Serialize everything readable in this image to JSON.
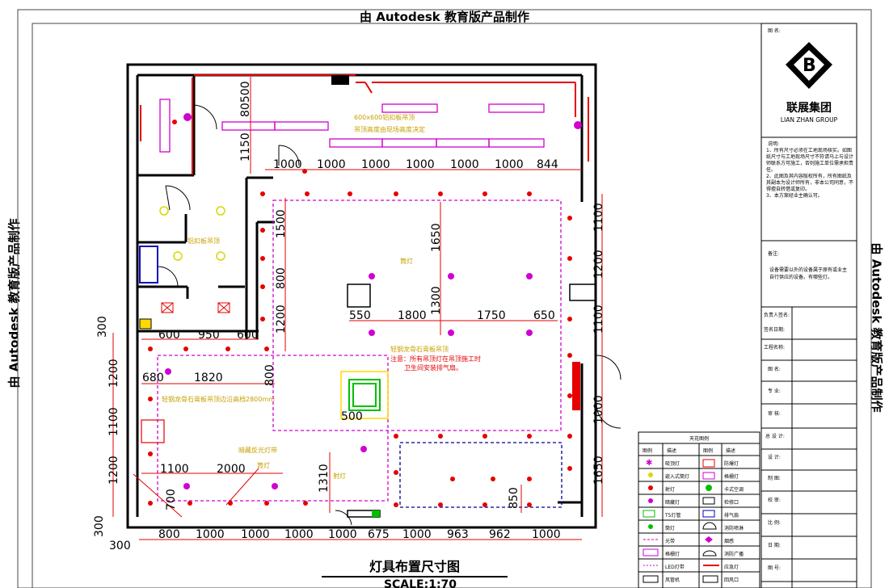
{
  "watermarks": {
    "top": "由 Autodesk 教育版产品制作",
    "left": "由 Autodesk 教育版产品制作",
    "right": "由 Autodesk 教育版产品制作"
  },
  "drawing": {
    "title": "灯具布置尺寸图",
    "scale": "SCALE:1:70",
    "notes": {
      "ceiling_panel": "600x600铝扣板吊顶",
      "ceiling_height": "吊顶高度由现场高度决定",
      "aluminum": "铝扣板吊顶",
      "ring_light": "筒灯",
      "gypsum": "轻钢龙骨石膏板吊顶",
      "note_red_1": "注意：所有吊顶灯在吊顶施工时",
      "note_red_2": "卫生间安装排气扇。",
      "light_strip": "暗藏反光灯带",
      "gypsum_edge": "轻钢龙骨石膏板吊顶边沿高档2800mm",
      "downlight": "筒灯",
      "downlight2": "射灯"
    },
    "dims_top": [
      "1000",
      "1000",
      "1000",
      "1000",
      "1000",
      "1000",
      "844"
    ],
    "dims_bottom": [
      "800",
      "1000",
      "1000",
      "1000",
      "1000",
      "675",
      "1000",
      "963",
      "962",
      "1000"
    ],
    "dims_right": [
      "1100",
      "1200",
      "1100",
      "1000",
      "1650"
    ],
    "dims_left": [
      "300",
      "1200",
      "1100",
      "1200",
      "300",
      "300"
    ],
    "dims_misc": {
      "d80500": "80500",
      "d1150": "1150",
      "d1500": "1500",
      "d800": "800",
      "d1200": "1200",
      "d1650": "1650",
      "d1300": "1300",
      "d550": "550",
      "d1800": "1800",
      "d1750": "1750",
      "d650": "650",
      "d600a": "600",
      "d950": "950",
      "d600b": "600",
      "d680": "680",
      "d1820": "1820",
      "d800b": "800",
      "d500": "500",
      "d1100": "1100",
      "d2000": "2000",
      "d1310": "1310",
      "d700": "700",
      "d850": "850"
    }
  },
  "legend": {
    "title": "天花图例",
    "headers": [
      "图例",
      "描述",
      "图例",
      "描述"
    ],
    "rows": [
      [
        "",
        "吸顶灯",
        "",
        "防爆灯"
      ],
      [
        "",
        "嵌入式筒灯",
        "",
        "格栅灯"
      ],
      [
        "",
        "射灯",
        "",
        "卡式空调"
      ],
      [
        "",
        "暗藏灯",
        "",
        "检修口"
      ],
      [
        "",
        "T5灯管",
        "",
        "排气扇"
      ],
      [
        "",
        "筒灯",
        "",
        "消防喷淋"
      ],
      [
        "",
        "光带",
        "",
        "烟感"
      ],
      [
        "",
        "格栅灯",
        "",
        "消防广播"
      ],
      [
        "",
        "LED灯带",
        "",
        "应急灯"
      ],
      [
        "",
        "风管机",
        "",
        "回风口"
      ]
    ]
  },
  "title_block": {
    "project_label": "图 名:",
    "company_cn": "联展集团",
    "company_en": "LIAN ZHAN GROUP",
    "notes_label": "说明:",
    "notes": [
      "1、所有尺寸必须在工地现场核实。如图纸尺寸与工地现场尺寸不符请马上与设计师联系方可施工，否则施工单位需承担责任。",
      "2、此图及其内容版权所有，所有图纸及其副本为设计师所有，非本公司同意，不得擅自转借或复印。",
      "3、本方案经业主确认可。"
    ],
    "remark_label": "备注:",
    "remark_text": "设备需要以外的设备属于原有或业主自行供应的设备。有哪些灯。",
    "fields": [
      "负责人签名:",
      "签名日期:",
      "工程名称:",
      "图 名:",
      "专 业:",
      "审 核:",
      "总 设 计:",
      "设 计:",
      "制 图:",
      "校 审:",
      "比 例:",
      "日 期:",
      "图 号:"
    ]
  }
}
